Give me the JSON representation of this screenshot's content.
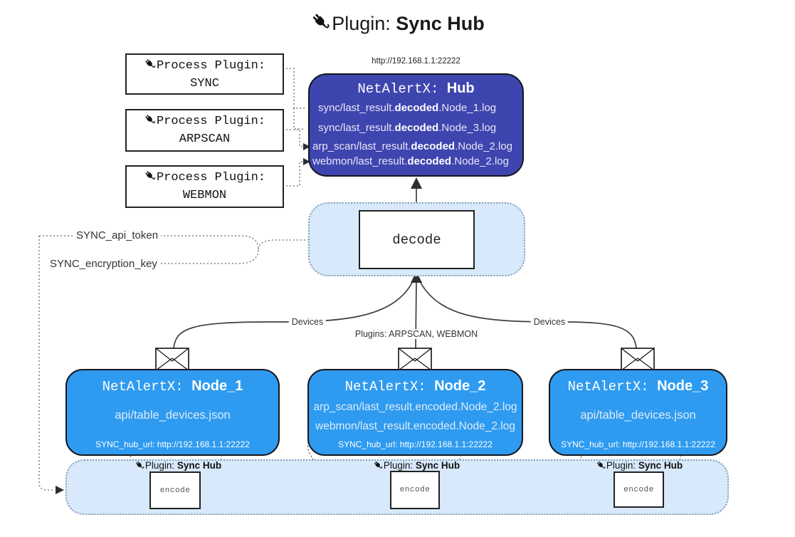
{
  "colors": {
    "hub_fill": "#3f45af",
    "node_fill": "#2e9bf0",
    "band_fill": "#d8e9fb",
    "line_dark": "#3a3f44",
    "arrow_dark": "#2b2f33",
    "hub_text": "#e6e7f6",
    "node_text": "#dcebfa"
  },
  "title": {
    "prefix": "Plugin: ",
    "bold": "Sync Hub"
  },
  "process_plugins": [
    {
      "label": "Process Plugin:",
      "name": "SYNC"
    },
    {
      "label": "Process Plugin:",
      "name": "ARPSCAN"
    },
    {
      "label": "Process Plugin:",
      "name": "WEBMON"
    }
  ],
  "hub": {
    "url": "http://192.168.1.1:22222",
    "title_mono": "NetAlertX: ",
    "title_bold": "Hub",
    "lines": [
      {
        "pre": "sync/last_result.",
        "bold": "decoded",
        "post": ".Node_1.log"
      },
      {
        "pre": "sync/last_result.",
        "bold": "decoded",
        "post": ".Node_3.log"
      },
      {
        "pre": "arp_scan/last_result.",
        "bold": "decoded",
        "post": ".Node_2.log"
      },
      {
        "pre": "webmon/last_result.",
        "bold": "decoded",
        "post": ".Node_2.log"
      }
    ]
  },
  "decode_label": "decode",
  "keys": {
    "api_token": "SYNC_api_token",
    "encryption_key": "SYNC_encryption_key"
  },
  "edge_labels": {
    "left": "Devices",
    "middle": "Plugins: ARPSCAN, WEBMON",
    "right": "Devices"
  },
  "nodes": [
    {
      "title_mono": "NetAlertX: ",
      "title_bold": "Node_1",
      "lines": [
        "api/table_devices.json"
      ],
      "hub_url": "SYNC_hub_url: http://192.168.1.1:22222"
    },
    {
      "title_mono": "NetAlertX: ",
      "title_bold": "Node_2",
      "lines": [
        "arp_scan/last_result.encoded.Node_2.log",
        "webmon/last_result.encoded.Node_2.log"
      ],
      "hub_url": "SYNC_hub_url: http://192.168.1.1:22222"
    },
    {
      "title_mono": "NetAlertX: ",
      "title_bold": "Node_3",
      "lines": [
        "api/table_devices.json"
      ],
      "hub_url": "SYNC_hub_url: http://192.168.1.1:22222"
    }
  ],
  "encode": {
    "plugin_prefix": "Plugin: ",
    "plugin_bold": "Sync Hub",
    "label": "encode"
  }
}
